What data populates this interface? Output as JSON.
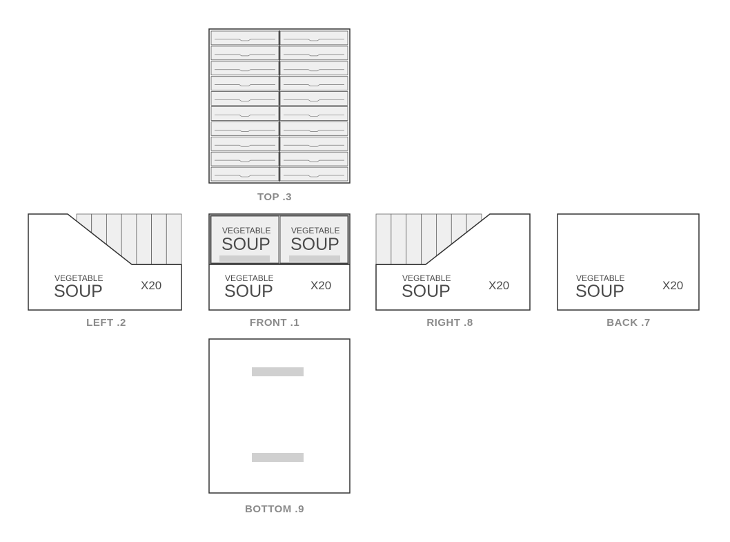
{
  "views": {
    "top": {
      "label": "TOP .3"
    },
    "left": {
      "label": "LEFT .2"
    },
    "front": {
      "label": "FRONT .1"
    },
    "right": {
      "label": "RIGHT .8"
    },
    "back": {
      "label": "BACK .7"
    },
    "bottom": {
      "label": "BOTTOM .9"
    }
  },
  "pack": {
    "product_small": "VEGETABLE",
    "product_big": "SOUP",
    "count": "X20"
  },
  "cans": {
    "columns": 2,
    "rows": 10,
    "side_strips": 7
  },
  "colors": {
    "outline": "#333333",
    "label_text": "#8a8a8a",
    "print_text": "#4a4a4a",
    "can_fill": "#efefef",
    "bar_fill": "#d0d0d0"
  }
}
